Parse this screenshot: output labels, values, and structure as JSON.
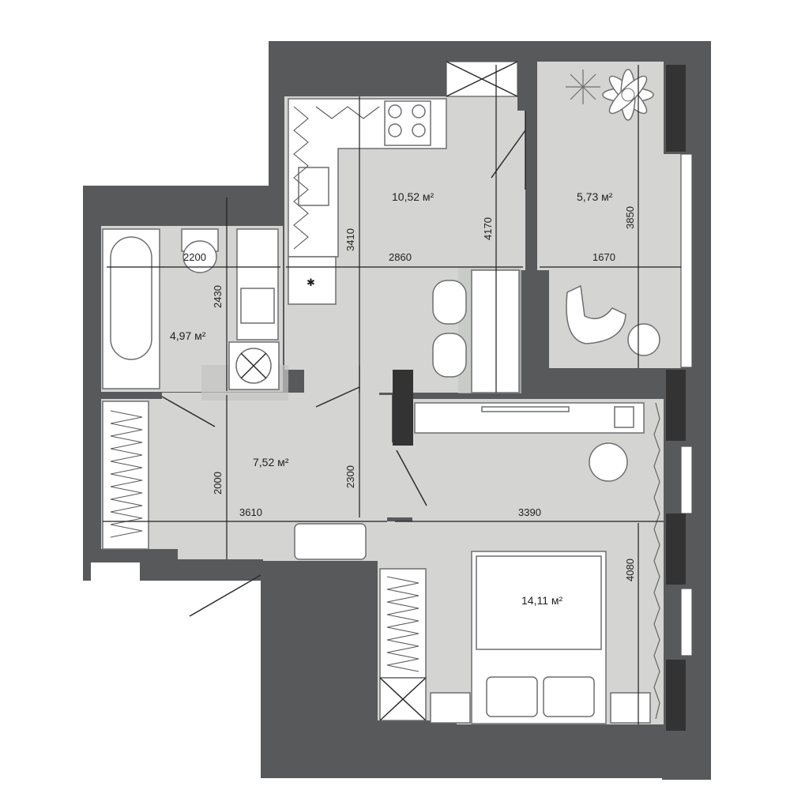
{
  "rooms": {
    "kitchen": {
      "area": "10,52 м²"
    },
    "balcony": {
      "area": "5,73 м²"
    },
    "bathroom": {
      "area": "4,97 м²"
    },
    "hall": {
      "area": "7,52 м²"
    },
    "bedroom": {
      "area": "14,11 м²"
    }
  },
  "dimensions": {
    "bath_width": "2200",
    "bath_length": "2430",
    "kitchen_length": "3410",
    "kitchen_width": "2860",
    "kitchen_depth": "4170",
    "balcony_width": "1670",
    "balcony_length": "3850",
    "hall_length": "2000",
    "hall_height": "2300",
    "hall_width": "3610",
    "bedroom_width": "3390",
    "bedroom_length": "4080"
  },
  "colors": {
    "wall": "#58595b",
    "floor": "#d4d5d2",
    "furniture": "#ffffff"
  },
  "icons": [
    "plant-icon",
    "armchair-icon",
    "stove-icon",
    "sink-icon",
    "toilet-icon",
    "bathtub-icon",
    "washer-icon",
    "bed-icon",
    "chair-icon"
  ]
}
